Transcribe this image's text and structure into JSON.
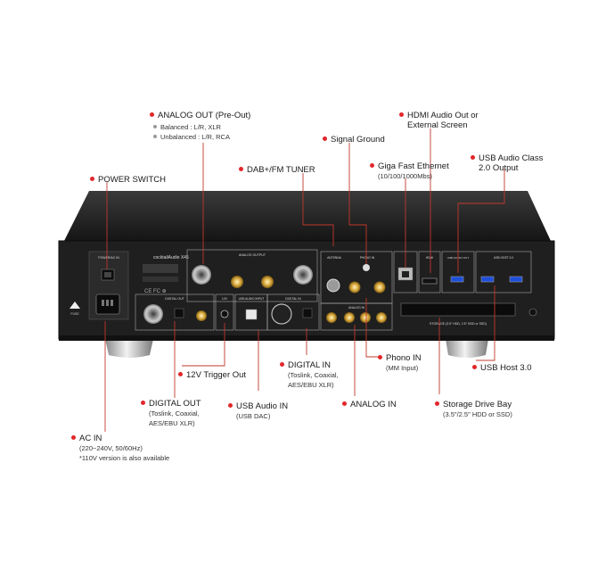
{
  "colors": {
    "accent": "#e2262a",
    "chassis": "#1c1c1c",
    "panel": "#2a2a2a",
    "line": "#c0392b"
  },
  "device": {
    "brand": "cocktailAudio X45",
    "panel_texts": {
      "power_ac": "POWER/AC IN",
      "analog_output": "ANALOG OUTPUT",
      "digital_out": "DIGITAL OUT",
      "usb_audio_input": "USB AUDIO INPUT",
      "digital_in": "DIGITAL IN",
      "antenna": "ANTENNA",
      "phono_in": "PHONO IN",
      "analog_in": "ANALOG IN",
      "ethernet": "Giga Fast Ethernet",
      "hdmi": "HDMI",
      "usb_audio_out": "USB AUDIO OUT",
      "usb_host": "USB HOST 3.0",
      "storage": "STORAGE (3.5\" HDD, 2.5\" HDD or SSD)",
      "trigger": "12V",
      "fuse": "FUSE"
    }
  },
  "labels": {
    "analog_out": {
      "title": "ANALOG OUT (Pre-Out)",
      "bullets": [
        "Balanced : L/R, XLR",
        "Unbalanced : L/R, RCA"
      ]
    },
    "hdmi": {
      "title": "HDMI Audio Out or",
      "title2": "External Screen"
    },
    "signal_ground": {
      "title": "Signal Ground"
    },
    "usb_audio_class": {
      "title": "USB Audio Class",
      "title2": "2.0 Output"
    },
    "ethernet": {
      "title": "Giga Fast Ethernet",
      "sub": "(10/100/1000Mbs)"
    },
    "power_switch": {
      "title": "POWER SWITCH"
    },
    "dab_fm": {
      "title": "DAB+/FM TUNER"
    },
    "phono_in": {
      "title": "Phono IN",
      "sub": "(MM Input)"
    },
    "usb_host": {
      "title": "USB Host 3.0"
    },
    "trigger": {
      "title": "12V Trigger Out"
    },
    "digital_in": {
      "title": "DIGITAL IN",
      "sub1": "(Toslink, Coaxial,",
      "sub2": "AES/EBU XLR)"
    },
    "digital_out": {
      "title": "DIGITAL OUT",
      "sub1": "(Toslink, Coaxial,",
      "sub2": "AES/EBU XLR)"
    },
    "usb_audio_in": {
      "title": "USB Audio IN",
      "sub": "(USB DAC)"
    },
    "analog_in": {
      "title": "ANALOG IN"
    },
    "storage": {
      "title": "Storage Drive Bay",
      "sub": "(3.5\"/2.5\" HDD or SSD)"
    },
    "ac_in": {
      "title": "AC IN",
      "sub1": "(220~240V, 50/60Hz)",
      "sub2": "*110V version is also available"
    }
  }
}
